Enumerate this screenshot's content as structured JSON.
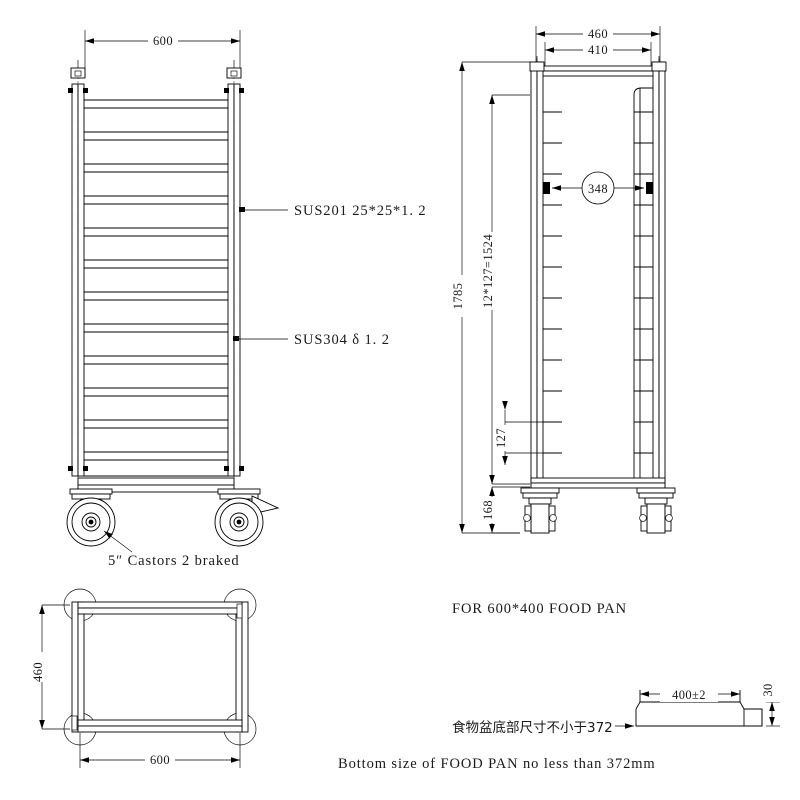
{
  "drawing": {
    "title": "Food pan trolley technical drawing",
    "line_color": "#000000",
    "background": "#ffffff",
    "text_color": "#1a1a1a"
  },
  "front_view": {
    "name": "front-elevation",
    "width_dim": "600",
    "rung_count": 13,
    "callouts": [
      {
        "id": "frame-material",
        "text": "SUS201  25*25*1. 2"
      },
      {
        "id": "shelf-material",
        "text": "SUS304 δ 1. 2"
      }
    ],
    "castor_note": "5″ Castors  2 braked",
    "castor_note_number": "5",
    "castor_note_rest": "Castors  2 braked"
  },
  "side_view": {
    "name": "side-elevation",
    "outer_width_dim": "460",
    "inner_width_dim": "410",
    "circle_dim": "348",
    "overall_height_dim": "1785",
    "pitch_total_dim": "12*127=1524",
    "pitch_dim": "127",
    "castor_height_dim": "168"
  },
  "plan_view": {
    "name": "plan-view",
    "depth_dim": "460",
    "width_dim": "600"
  },
  "notes": {
    "food_pan_note": "FOR  600*400 FOOD PAN",
    "pan_width_dim": "400±2",
    "pan_height_dim": "30",
    "chinese_note": "食物盆底部尺寸不小于372",
    "english_note": "Bottom size of  FOOD PAN no less than 372mm"
  }
}
